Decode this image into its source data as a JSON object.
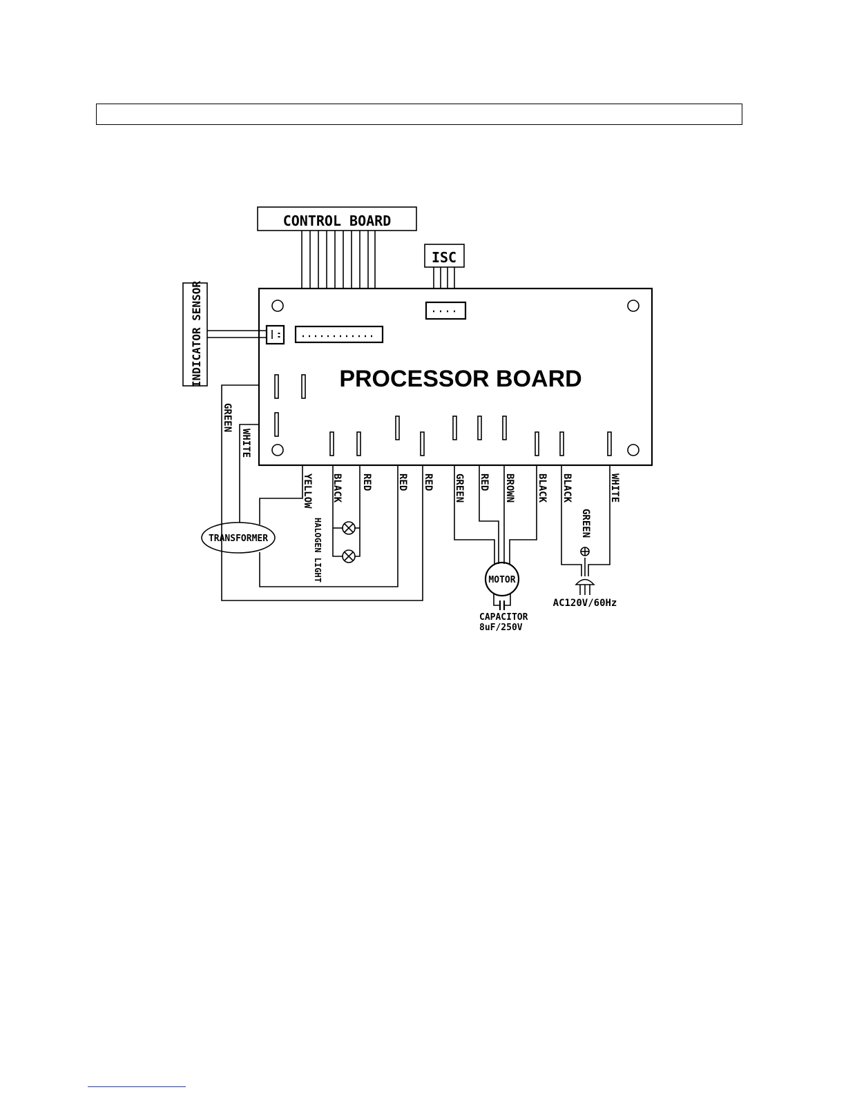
{
  "diagram": {
    "board_title": "PROCESSOR BOARD",
    "control_board": "CONTROL BOARD",
    "isc": "ISC",
    "indicator_sensor": "INDICATOR SENSOR",
    "transformer": "TRANSFORMER",
    "halogen_light": "HALOGEN LIGHT",
    "motor": "MOTOR",
    "capacitor": "CAPACITOR",
    "capacitor_rating": "8uF/250V",
    "power_supply": "AC120V/60Hz",
    "wires": {
      "left_green": "GREEN",
      "left_white": "WHITE",
      "yellow": "YELLOW",
      "black_1": "BLACK",
      "red_1": "RED",
      "red_2": "RED",
      "red_3": "RED",
      "green_motor": "GREEN",
      "red_motor": "RED",
      "brown_motor": "BROWN",
      "black_motor": "BLACK",
      "black_power": "BLACK",
      "green_ground": "GREEN",
      "white_power": "WHITE"
    }
  }
}
